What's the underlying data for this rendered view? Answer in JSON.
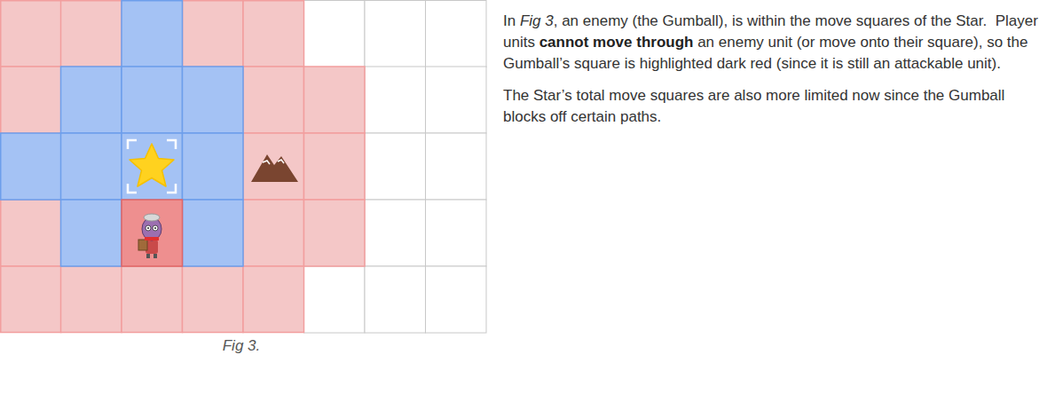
{
  "diagram": {
    "caption": "Fig 3.",
    "labels": [
      "In ",
      "Fig 3",
      ", an enemy (the Gumball), is within the move squares of the Star.  Player units ",
      "cannot move through",
      " an enemy unit (or move onto their square), so the Gumball’s square is highlighted dark red (since it is still an attackable unit).",
      "The Star’s total move squares are also more limited now since the Gumball blocks off certain paths."
    ]
  }
}
